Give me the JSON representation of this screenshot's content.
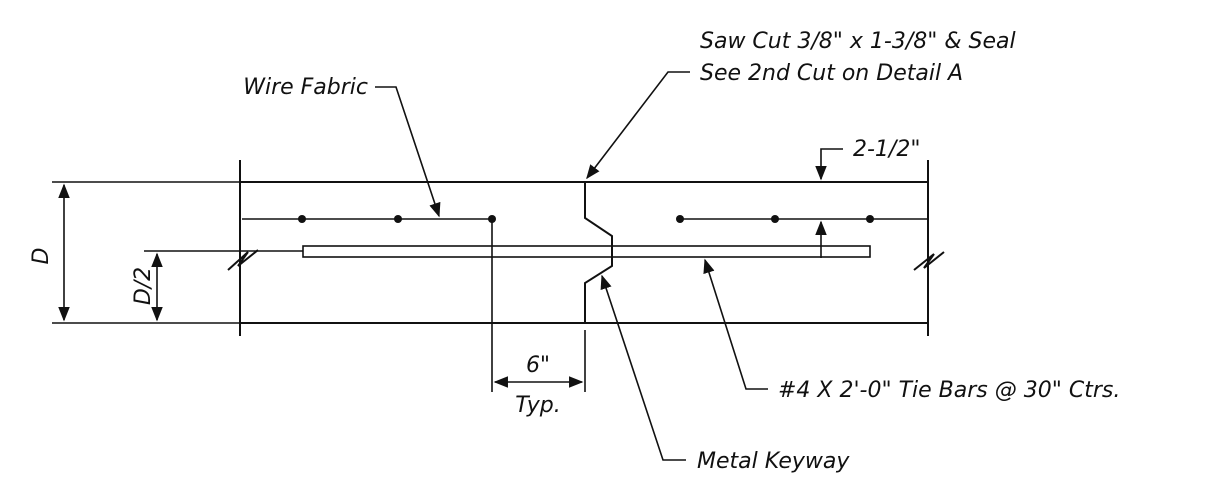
{
  "labels": {
    "saw_cut_line1": "Saw Cut 3/8\" x 1-3/8\" & Seal",
    "saw_cut_line2": "See 2nd Cut on Detail A",
    "wire_fabric": "Wire Fabric",
    "cover": "2-1/2\"",
    "depth": "D",
    "half_depth": "D/2",
    "spacing": "6\"",
    "typical": "Typ.",
    "tie_bars": "#4 X 2'-0\" Tie Bars @ 30\" Ctrs.",
    "keyway": "Metal Keyway"
  }
}
